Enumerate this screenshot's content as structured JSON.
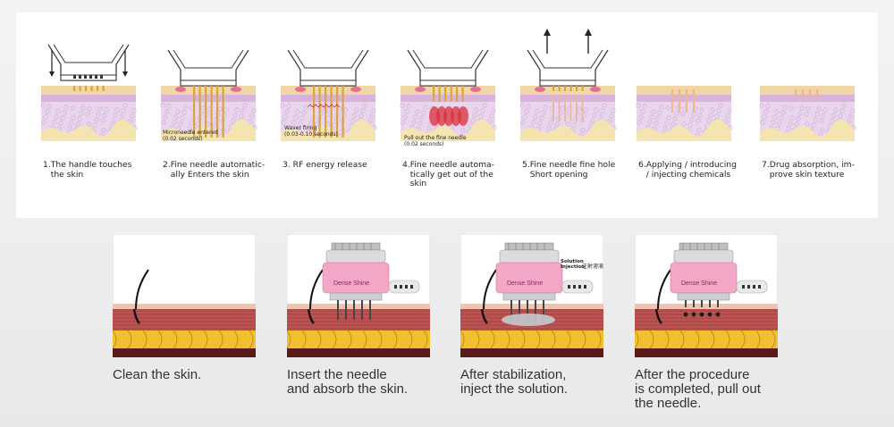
{
  "top_steps": [
    {
      "caption": "1.The handle touches\n   the skin",
      "inner_label": ""
    },
    {
      "caption": "2.Fine needle automatic-\n   ally Enters the skin",
      "inner_label": "Microneedle entered\n(0.02 seconds)"
    },
    {
      "caption": "3. RF energy release",
      "inner_label": "Waver firing\n(0.03-0.10 seconds)"
    },
    {
      "caption": "4.Fine needle automa-\n   tically get out of the\n   skin",
      "inner_label": "Pull out the fine needle\n(0.02 seconds)"
    },
    {
      "caption": "5.Fine needle fine hole\n   Short opening",
      "inner_label": ""
    },
    {
      "caption": "6.Applying / introducing\n   / injecting chemicals",
      "inner_label": ""
    },
    {
      "caption": "7.Drug absorption, im-\n   prove skin texture",
      "inner_label": ""
    }
  ],
  "bottom_steps": [
    {
      "caption": "Clean the skin."
    },
    {
      "caption": "Insert the needle\nand absorb the skin."
    },
    {
      "caption": "After stabilization,\ninject the solution."
    },
    {
      "caption": "After the procedure\nis completed, pull out\nthe needle."
    }
  ],
  "device": {
    "brand": "Dense Shine",
    "solution_label_en": "Solution\nInjection",
    "solution_label_cn": "注射溶液"
  },
  "colors": {
    "epidermis": "#f2d7a6",
    "dermis": "#e9d6ec",
    "fat": "#f3e4b0",
    "needle": "#d9a441",
    "rf_glow": "#d9303a",
    "device_pink": "#f2a7c6",
    "skin_band": "#b24a4a",
    "fat_band": "#f0c030"
  }
}
